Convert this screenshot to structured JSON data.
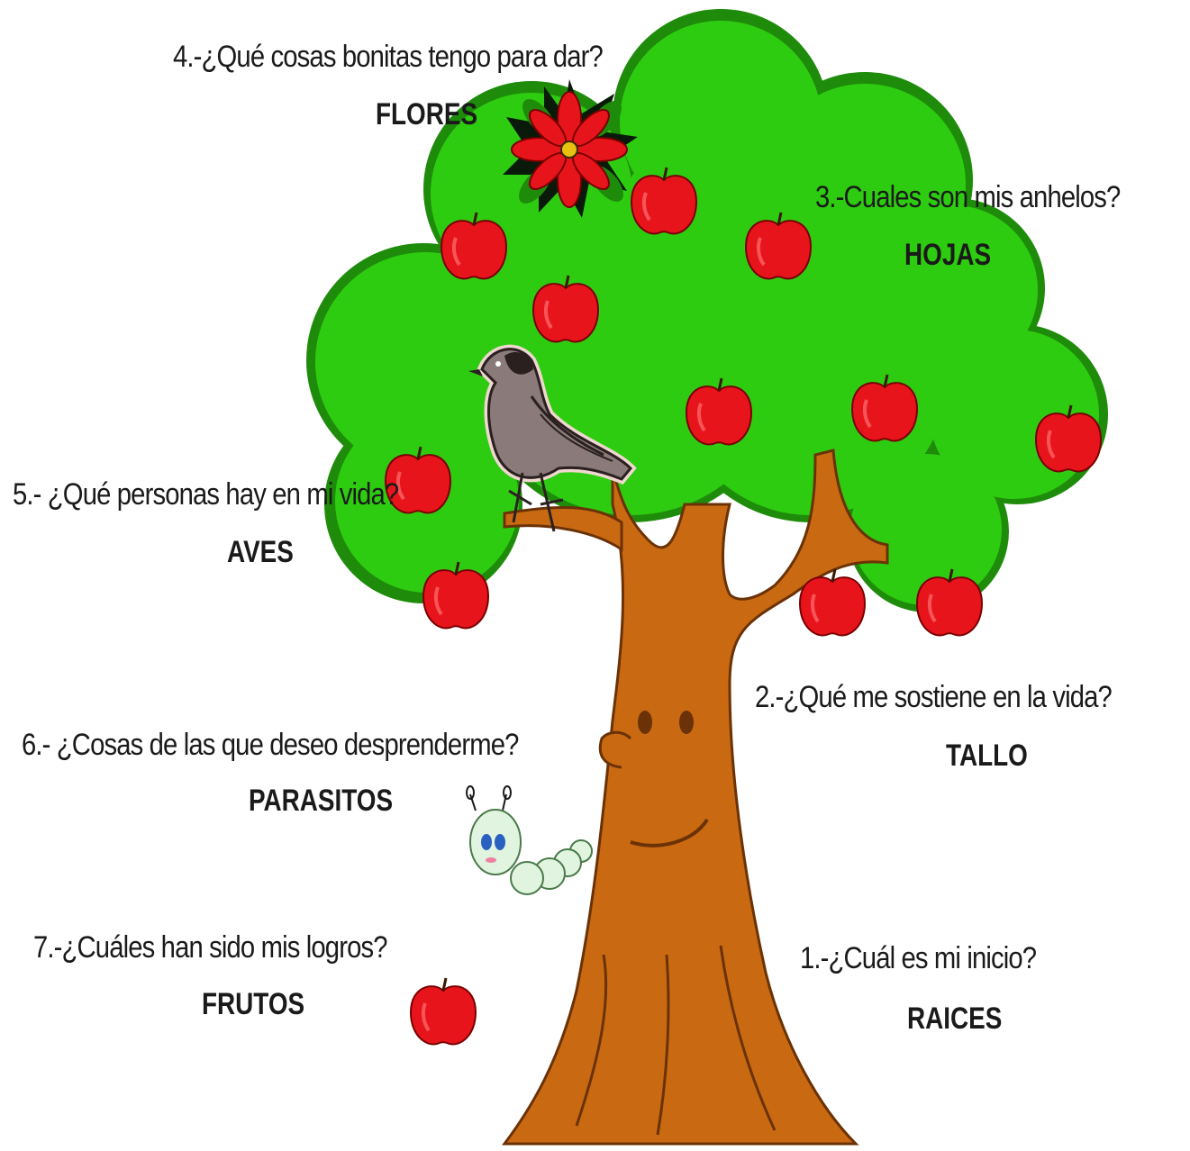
{
  "labels": [
    {
      "question": "4.-¿Qué cosas bonitas tengo para dar?",
      "answer": "FLORES"
    },
    {
      "question": "3.-Cuales son mis anhelos?",
      "answer": "HOJAS"
    },
    {
      "question": "5.- ¿Qué personas hay en mi vida?",
      "answer": "AVES"
    },
    {
      "question": "2.-¿Qué me sostiene en la vida?",
      "answer": "TALLO"
    },
    {
      "question": "6.- ¿Cosas de las que deseo desprenderme?",
      "answer": "PARASITOS"
    },
    {
      "question": "7.-¿Cuáles han sido mis logros?",
      "answer": "FRUTOS"
    },
    {
      "question": "1.-¿Cuál es mi inicio?",
      "answer": "RAICES"
    }
  ],
  "colors": {
    "foliage": "#2ecc10",
    "foliage_dark": "#1e8c0a",
    "trunk": "#c96a12",
    "trunk_dark": "#6a3206",
    "apple": "#e8141c",
    "flower": "#e8141c",
    "bird": "#8a7a7a",
    "worm": "#d8f0d8"
  },
  "icons": [
    "flower-icon",
    "bird-icon",
    "worm-icon",
    "apple-icon"
  ]
}
